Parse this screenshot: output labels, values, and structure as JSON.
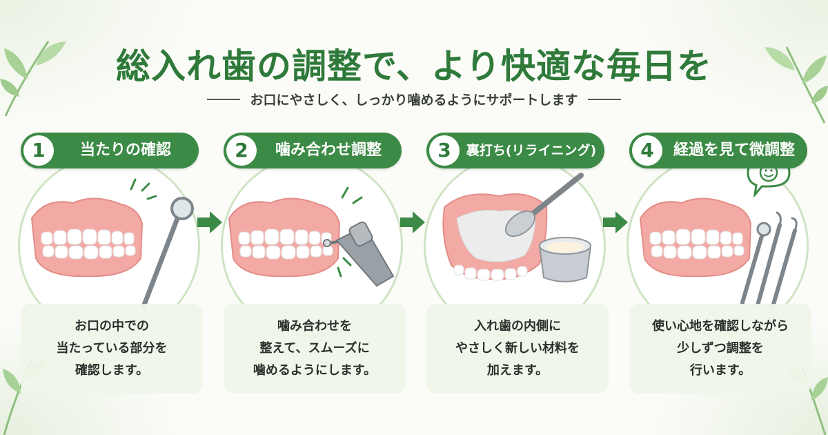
{
  "title": "総入れ歯の調整で、より快適な毎日を",
  "subtitle": "お口にやさしく、しっかり噛めるようにサポートします",
  "colors": {
    "brand_green": "#3b8a45",
    "light_green": "#cfe3c5",
    "panel": "#eff5e9",
    "gum_pink": "#f3a9a4",
    "tooth_white": "#ffffff",
    "tool_gray": "#8e9499"
  },
  "steps": [
    {
      "number": "1",
      "label": "当たりの確認",
      "desc": [
        "お口の中での",
        "当たっている部分を",
        "確認します。"
      ],
      "icons": [
        "denture-icon",
        "dental-mirror-icon"
      ]
    },
    {
      "number": "2",
      "label": "噛み合わせ調整",
      "desc": [
        "噛み合わせを",
        "整えて、スムーズに",
        "噛めるようにします。"
      ],
      "icons": [
        "denture-icon",
        "dental-drill-icon"
      ]
    },
    {
      "number": "3",
      "label": "裏打ち(リライニング)",
      "desc": [
        "入れ歯の内側に",
        "やさしく新しい材料を",
        "加えます。"
      ],
      "icons": [
        "denture-base-icon",
        "spatula-icon",
        "material-cup-icon"
      ]
    },
    {
      "number": "4",
      "label": "経過を見て微調整",
      "desc": [
        "使い心地を確認しながら",
        "少しずつ調整を",
        "行います。"
      ],
      "icons": [
        "denture-icon",
        "smiley-bubble-icon",
        "dental-tools-icon"
      ]
    }
  ]
}
